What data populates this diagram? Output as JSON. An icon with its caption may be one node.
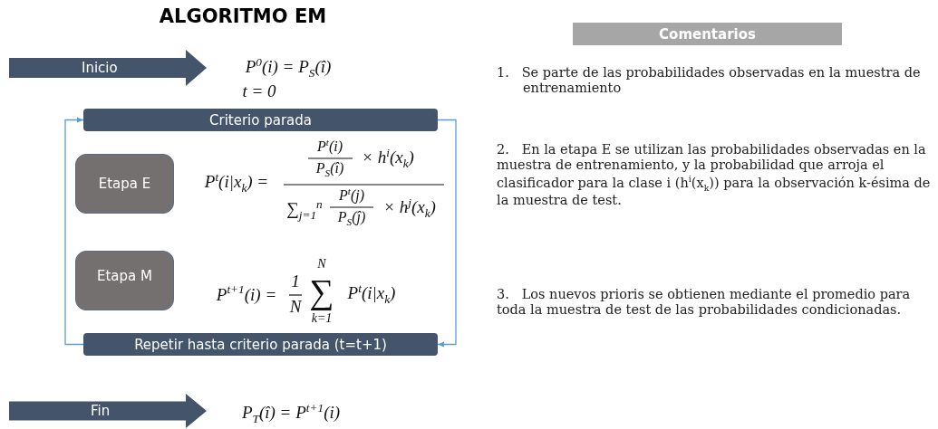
{
  "diagram": {
    "title": "ALGORITMO EM",
    "nodes": [
      {
        "text": [
          "Inicio"
        ]
      },
      {
        "text": [
          "Criterio parada"
        ]
      },
      {
        "text": [
          "Etapa E"
        ]
      },
      {
        "text": [
          "Etapa M"
        ]
      },
      {
        "text": [
          "Repetir hasta criterio parada (t=t+1)"
        ]
      },
      {
        "text": [
          "Fin"
        ]
      },
      {
        "text": [
          "Comentarios"
        ]
      }
    ],
    "edges": [
      {
        "from": 4,
        "to": 1,
        "arrow": "to"
      },
      {
        "from": 1,
        "to": 4,
        "arrow": "to"
      }
    ],
    "labels": [
      "P$^{0}$(i) = P$_{S}$(î)",
      "t = 0",
      "P$^{t}$(i|x$_{k}$) =",
      "P$^{t}$(i)",
      "P$_{S}$(î)",
      "× h$^{i}$(x$_{k}$)",
      "∑$_{j=1}$$^{n}$",
      "P$^{t}$(j)",
      "P$_{S}$(ĵ)",
      "× h$^{j}$(x$_{k}$)",
      "P$^{t+1}$(i) =",
      "1",
      "N",
      "N",
      "∑",
      "k=1",
      "P$^{t}$(i|x$_{k}$)",
      "P$_{T}$(î) = P$^{t+1}$(i)",
      "1.   Se parte de las probabilidades observadas en la muestra de entrenamiento",
      "2.   En la etapa E se utilizan las probabilidades observadas en la muestra de entrenamiento, y la probabilidad que arroja el clasificador para la clase i (h$^{i}$(x$_{k}$)) para la observación k-ésima de la muestra de test.",
      "3.   Los nuevos prioris se obtienen mediante el promedio para toda la muestra de test de las probabilidades condicionadas."
    ]
  }
}
